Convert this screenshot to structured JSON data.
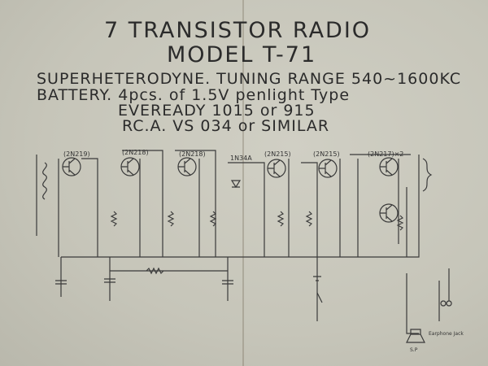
{
  "header": {
    "title": "7 TRANSISTOR RADIO",
    "model": "MODEL T-71",
    "tuning": "SUPERHETERODYNE. TUNING RANGE 540~1600KC",
    "battery": "BATTERY. 4pcs. of 1.5V penlight Type",
    "eveready": "EVEREADY 1015 or 915",
    "rca": "RC.A.   VS 034 or SIMILAR"
  },
  "schematic": {
    "transistors": [
      "(2N219)",
      "(2N218)",
      "(2N218)",
      "(2N215)",
      "(2N215)",
      "(2N217)×2"
    ],
    "diode": "1N34A",
    "earphone_label": "Earphone Jack",
    "speaker_label": "S.P"
  }
}
